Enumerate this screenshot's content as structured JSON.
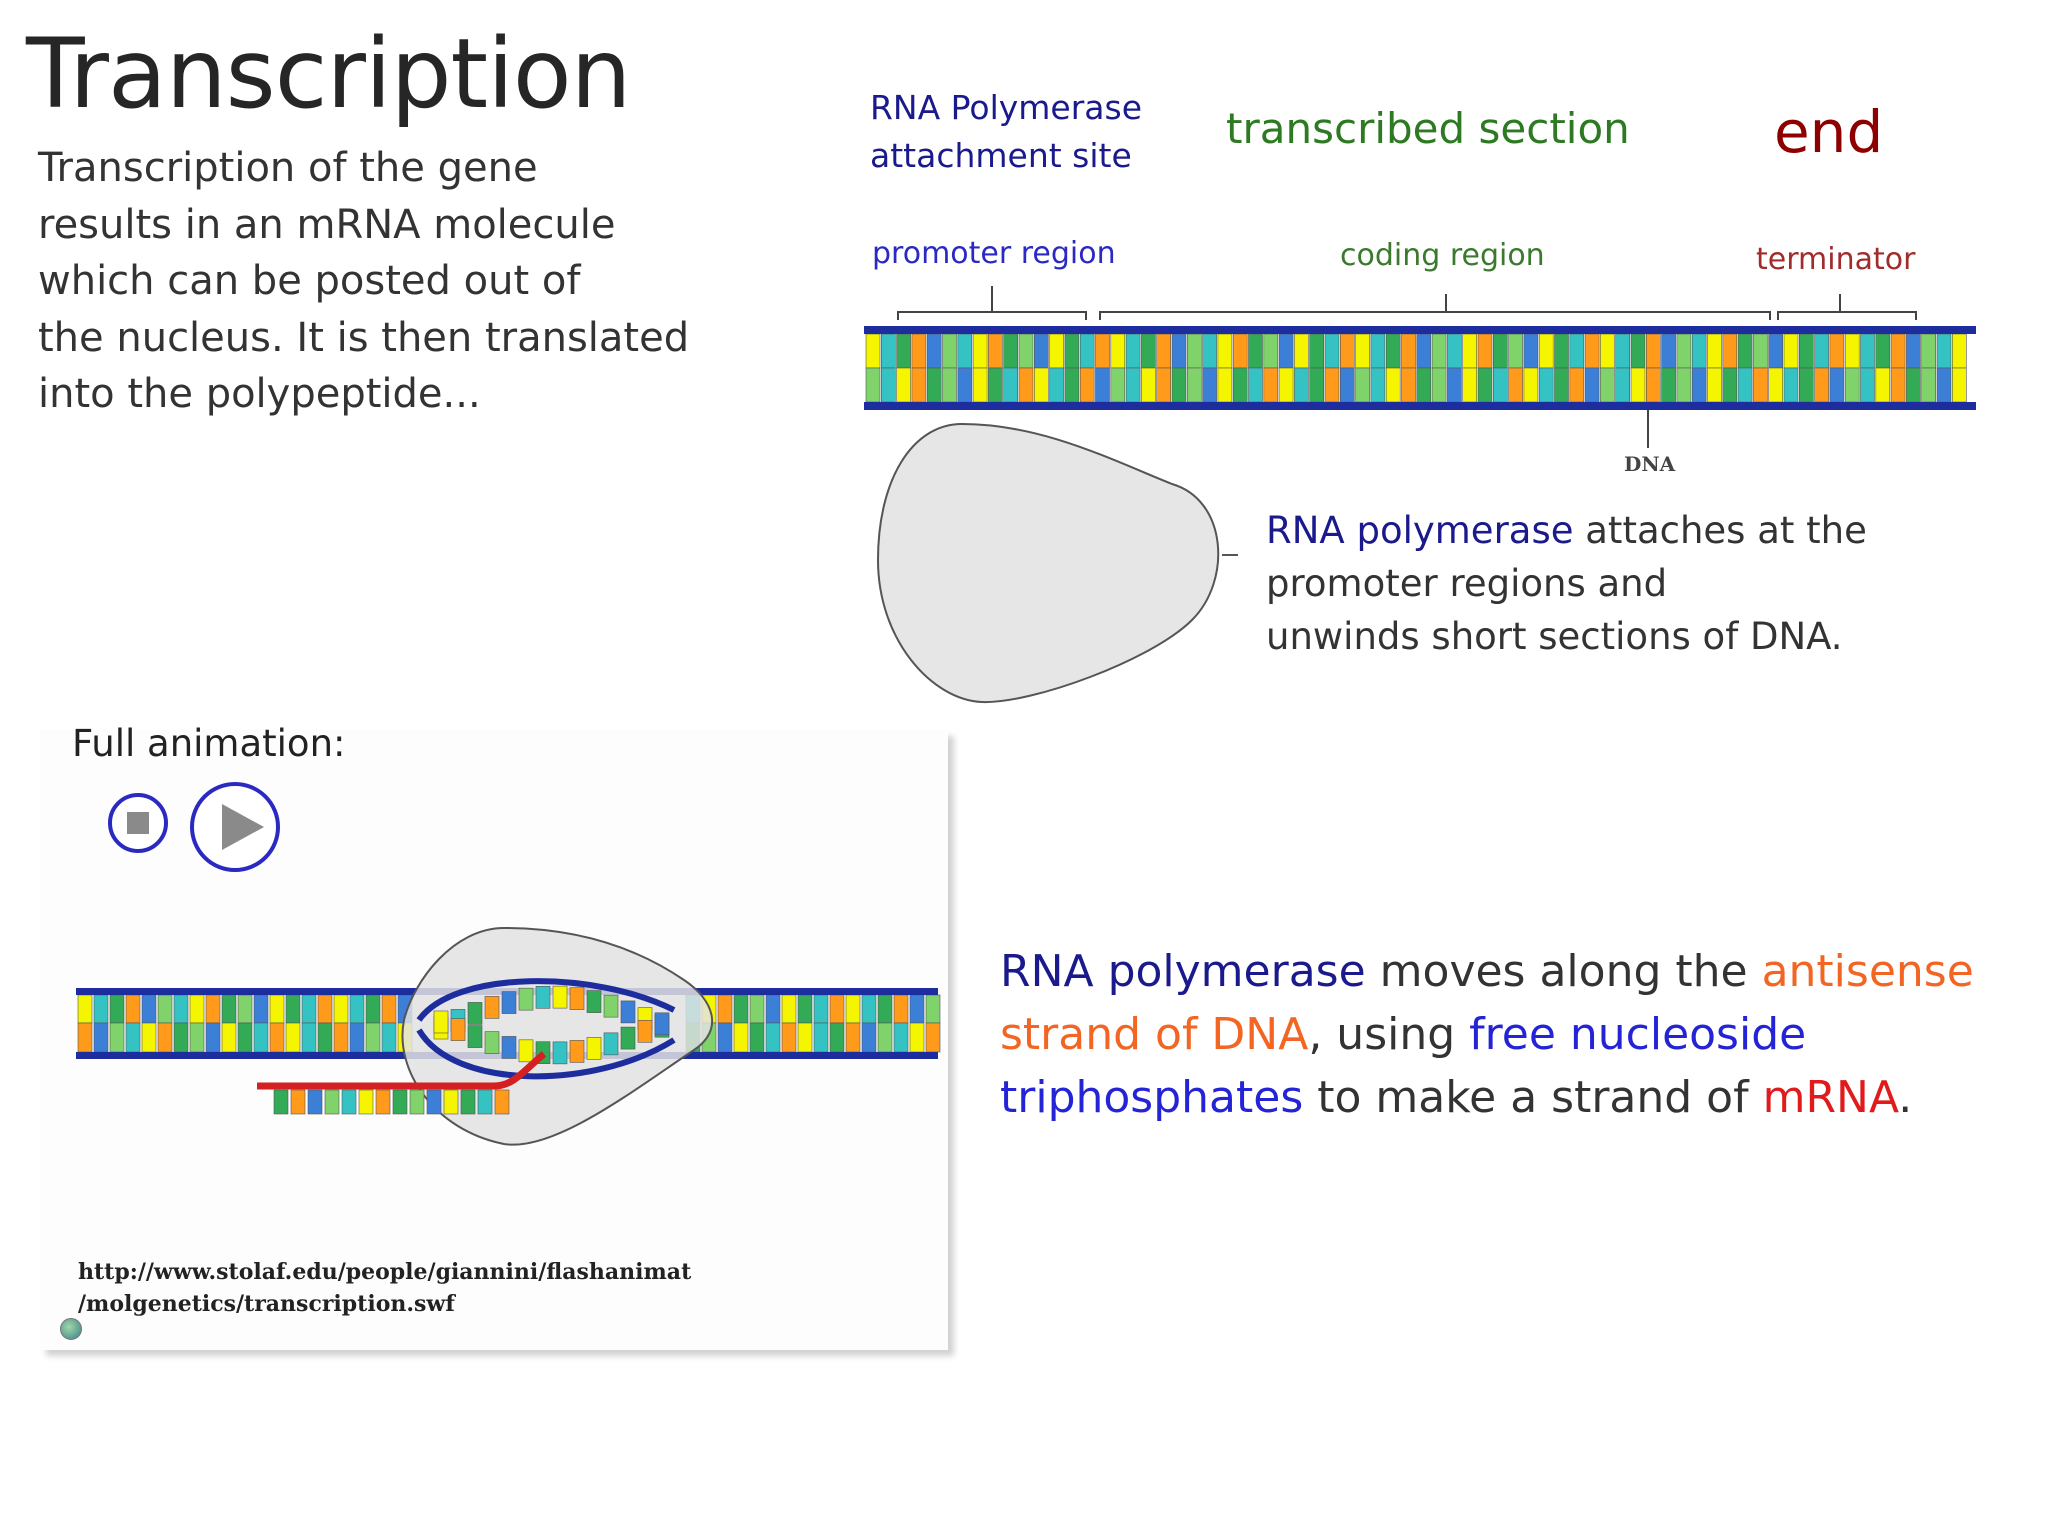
{
  "slide": {
    "title": "Transcription",
    "intro_lines": [
      "Transcription of the gene",
      "results in an mRNA molecule",
      "which can be posted out of",
      "the nucleus. It is then translated",
      "into the polypeptide..."
    ]
  },
  "diagram": {
    "rna_polymerase_site_lines": [
      "RNA Polymerase",
      "attachment site"
    ],
    "transcribed_section": "transcribed section",
    "end": "end",
    "promoter_region": "promoter region",
    "coding_region": "coding region",
    "terminator": "terminator",
    "dna_label": "DNA",
    "attach_desc": {
      "highlight": "RNA polymerase",
      "rest_1": " attaches at the",
      "line_2": "promoter regions and",
      "line_3": "unwinds short sections of DNA."
    }
  },
  "animation": {
    "label": "Full animation:",
    "url_line_1": "http://www.stolaf.edu/people/giannini/flashanimat",
    "url_line_2": "/molgenetics/transcription.swf"
  },
  "move_desc": {
    "part_1": "RNA polymerase",
    "part_2": " moves along the ",
    "part_3": "antisense strand of DNA",
    "part_4": ", using ",
    "part_5": "free nucleoside triphosphates",
    "part_6": " to make a strand of ",
    "part_7": "mRNA",
    "part_8": "."
  },
  "colors": {
    "dna_backbone": "#1e2d9e",
    "base_colors": [
      "#f5f500",
      "#34c2c2",
      "#33aa55",
      "#ff9a1a",
      "#3c7fd6",
      "#7fd36a"
    ],
    "polymerase_fill": "#e6e6e6",
    "mrna_red": "#d42020"
  }
}
